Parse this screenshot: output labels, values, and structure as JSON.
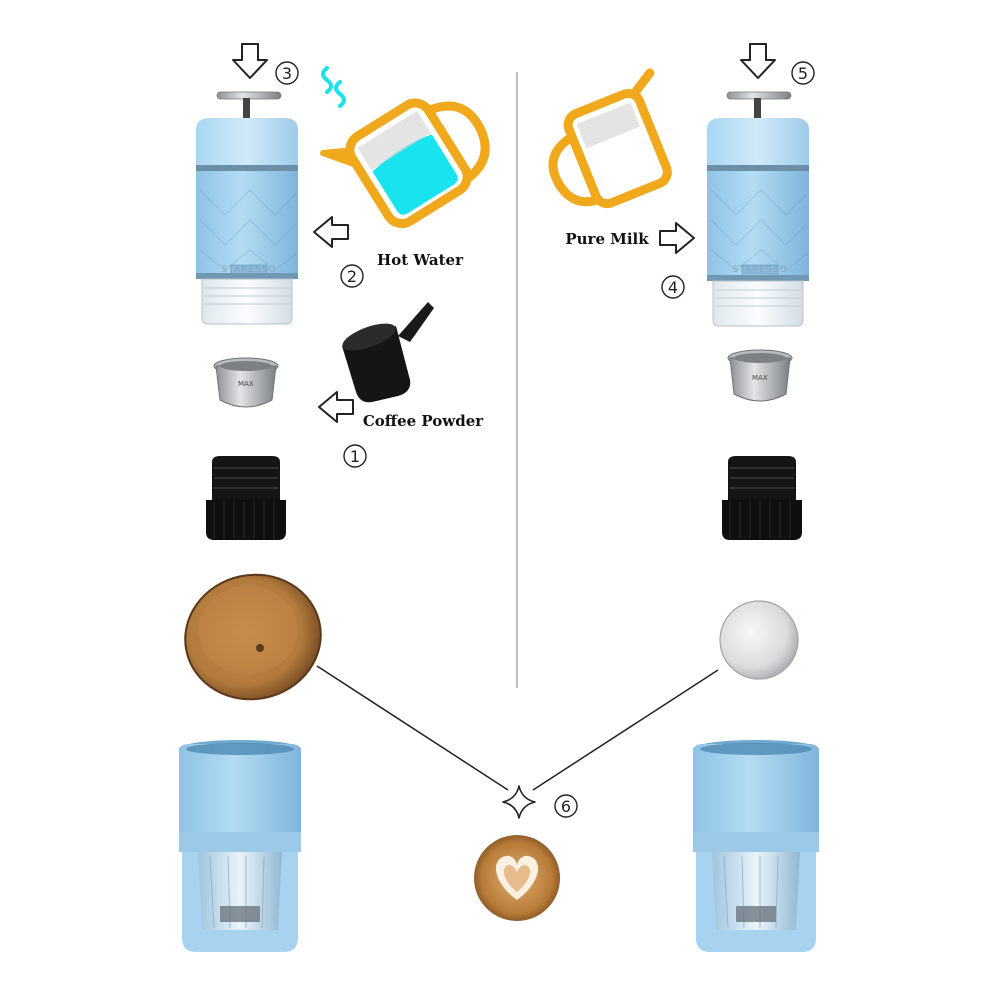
{
  "labels": {
    "hot_water": "Hot Water",
    "pure_milk": "Pure Milk",
    "coffee_powder": "Coffee Powder"
  },
  "steps": [
    "1",
    "2",
    "3",
    "4",
    "5",
    "6"
  ],
  "cup_max_mark": "MAX",
  "colors": {
    "device_blue": "#a9d4ef",
    "device_blue_dark": "#8cc2e6",
    "kettle_orange": "#f0a81c",
    "water_cyan": "#19e3ee",
    "milk_white": "#ffffff",
    "coffee_brown": "#b27a3c",
    "steel": "#c9ccce",
    "black_part": "#151515",
    "divider_gray": "#aaaaaa"
  },
  "icons": {
    "down_arrow": "hollow-down-arrow-icon",
    "left_arrow": "hollow-left-arrow-icon",
    "right_arrow": "hollow-right-arrow-icon",
    "sparkle": "four-point-star-icon",
    "kettle": "kettle-icon",
    "milk_jug": "milk-jug-icon",
    "scoop": "coffee-scoop-icon"
  }
}
